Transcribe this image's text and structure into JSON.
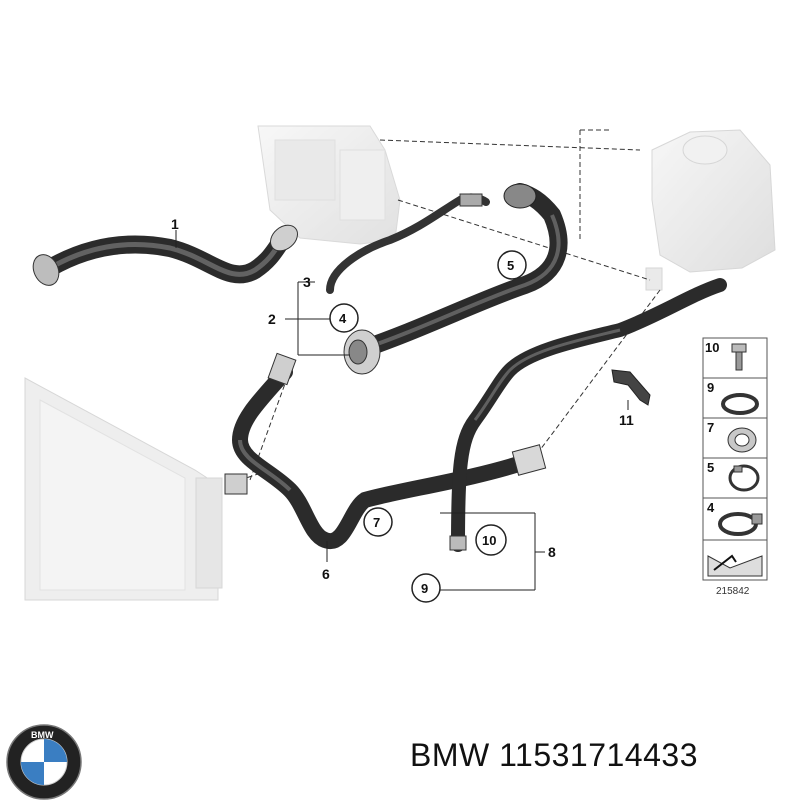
{
  "diagram": {
    "callouts": {
      "c1": "1",
      "c2": "2",
      "c3": "3",
      "c4": "4",
      "c5": "5",
      "c6": "6",
      "c7": "7",
      "c8": "8",
      "c9": "9",
      "c10": "10",
      "c11": "11"
    },
    "legend": {
      "items": [
        {
          "num": "10",
          "icon": "screw-icon"
        },
        {
          "num": "9",
          "icon": "seal-ring-icon"
        },
        {
          "num": "7",
          "icon": "hose-clamp-icon"
        },
        {
          "num": "5",
          "icon": "spring-clip-icon"
        },
        {
          "num": "4",
          "icon": "band-clamp-icon"
        }
      ],
      "ref_code": "215842"
    }
  },
  "footer": {
    "brand": "BMW",
    "part_number": "11531714433",
    "title": "BMW 11531714433",
    "logo_text": "BMW"
  }
}
